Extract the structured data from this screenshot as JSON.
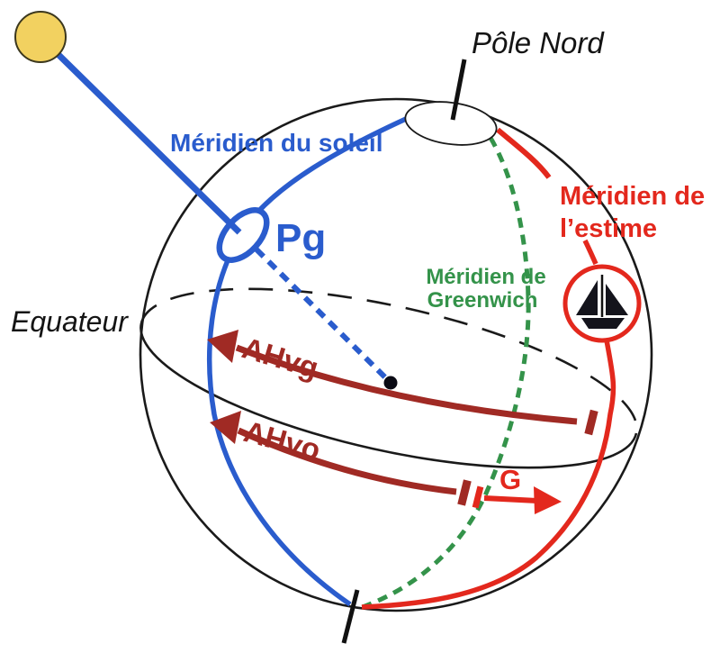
{
  "diagram": {
    "title": "Celestial navigation sphere diagram",
    "labels": {
      "pole_nord": "Pôle Nord",
      "equateur": "Equateur",
      "meridien_soleil": "Méridien du soleil",
      "pg": "Pg",
      "meridien_greenwich": {
        "line1": "Méridien de",
        "line2": "Greenwich"
      },
      "meridien_estime": {
        "line1": "Méridien de",
        "line2": "l’estime"
      },
      "ahvg": "AHvg",
      "ahvo": "AHvo",
      "g": "G"
    },
    "icons": {
      "sun": "sun-icon",
      "sailboat": "sailboat-icon"
    },
    "colors": {
      "blue": "#2a5ccd",
      "bright_red": "#e3281d",
      "dark_red": "#a02a24",
      "green": "#34934a",
      "sun_yellow": "#f2d160",
      "black": "#141414"
    }
  }
}
